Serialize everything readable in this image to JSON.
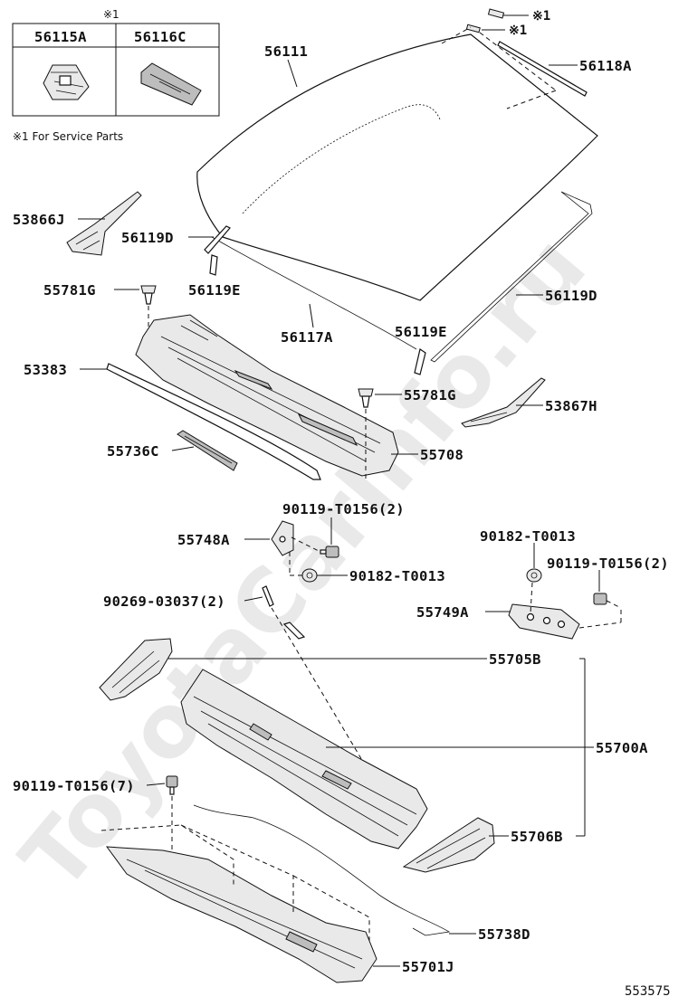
{
  "legend": {
    "mark": "※1",
    "col1": "56115A",
    "col2": "56116C",
    "note": "※1 For Service Parts"
  },
  "watermark": "ToyotaCarInfo.ru",
  "image_number": "553575",
  "callouts": {
    "p56111": "56111",
    "p56118A": "56118A",
    "p53866J": "53866J",
    "p56119D_left": "56119D",
    "p55781G_left": "55781G",
    "p56119E_left": "56119E",
    "p56119D_right": "56119D",
    "p56117A": "56117A",
    "p56119E_right": "56119E",
    "p53383": "53383",
    "p55781G_right": "55781G",
    "p53867H": "53867H",
    "p55736C": "55736C",
    "p55708": "55708",
    "p90119_top": "90119-T0156(2)",
    "p55748A": "55748A",
    "p90182_left": "90182-T0013",
    "p90182_right": "90182-T0013",
    "p90119_right": "90119-T0156(2)",
    "p90269": "90269-03037(2)",
    "p55749A": "55749A",
    "p55705B": "55705B",
    "p55700A": "55700A",
    "p90119_7": "90119-T0156(7)",
    "p55706B": "55706B",
    "p55738D": "55738D",
    "p55701J": "55701J",
    "mark_top1": "※1",
    "mark_top2": "※1"
  }
}
